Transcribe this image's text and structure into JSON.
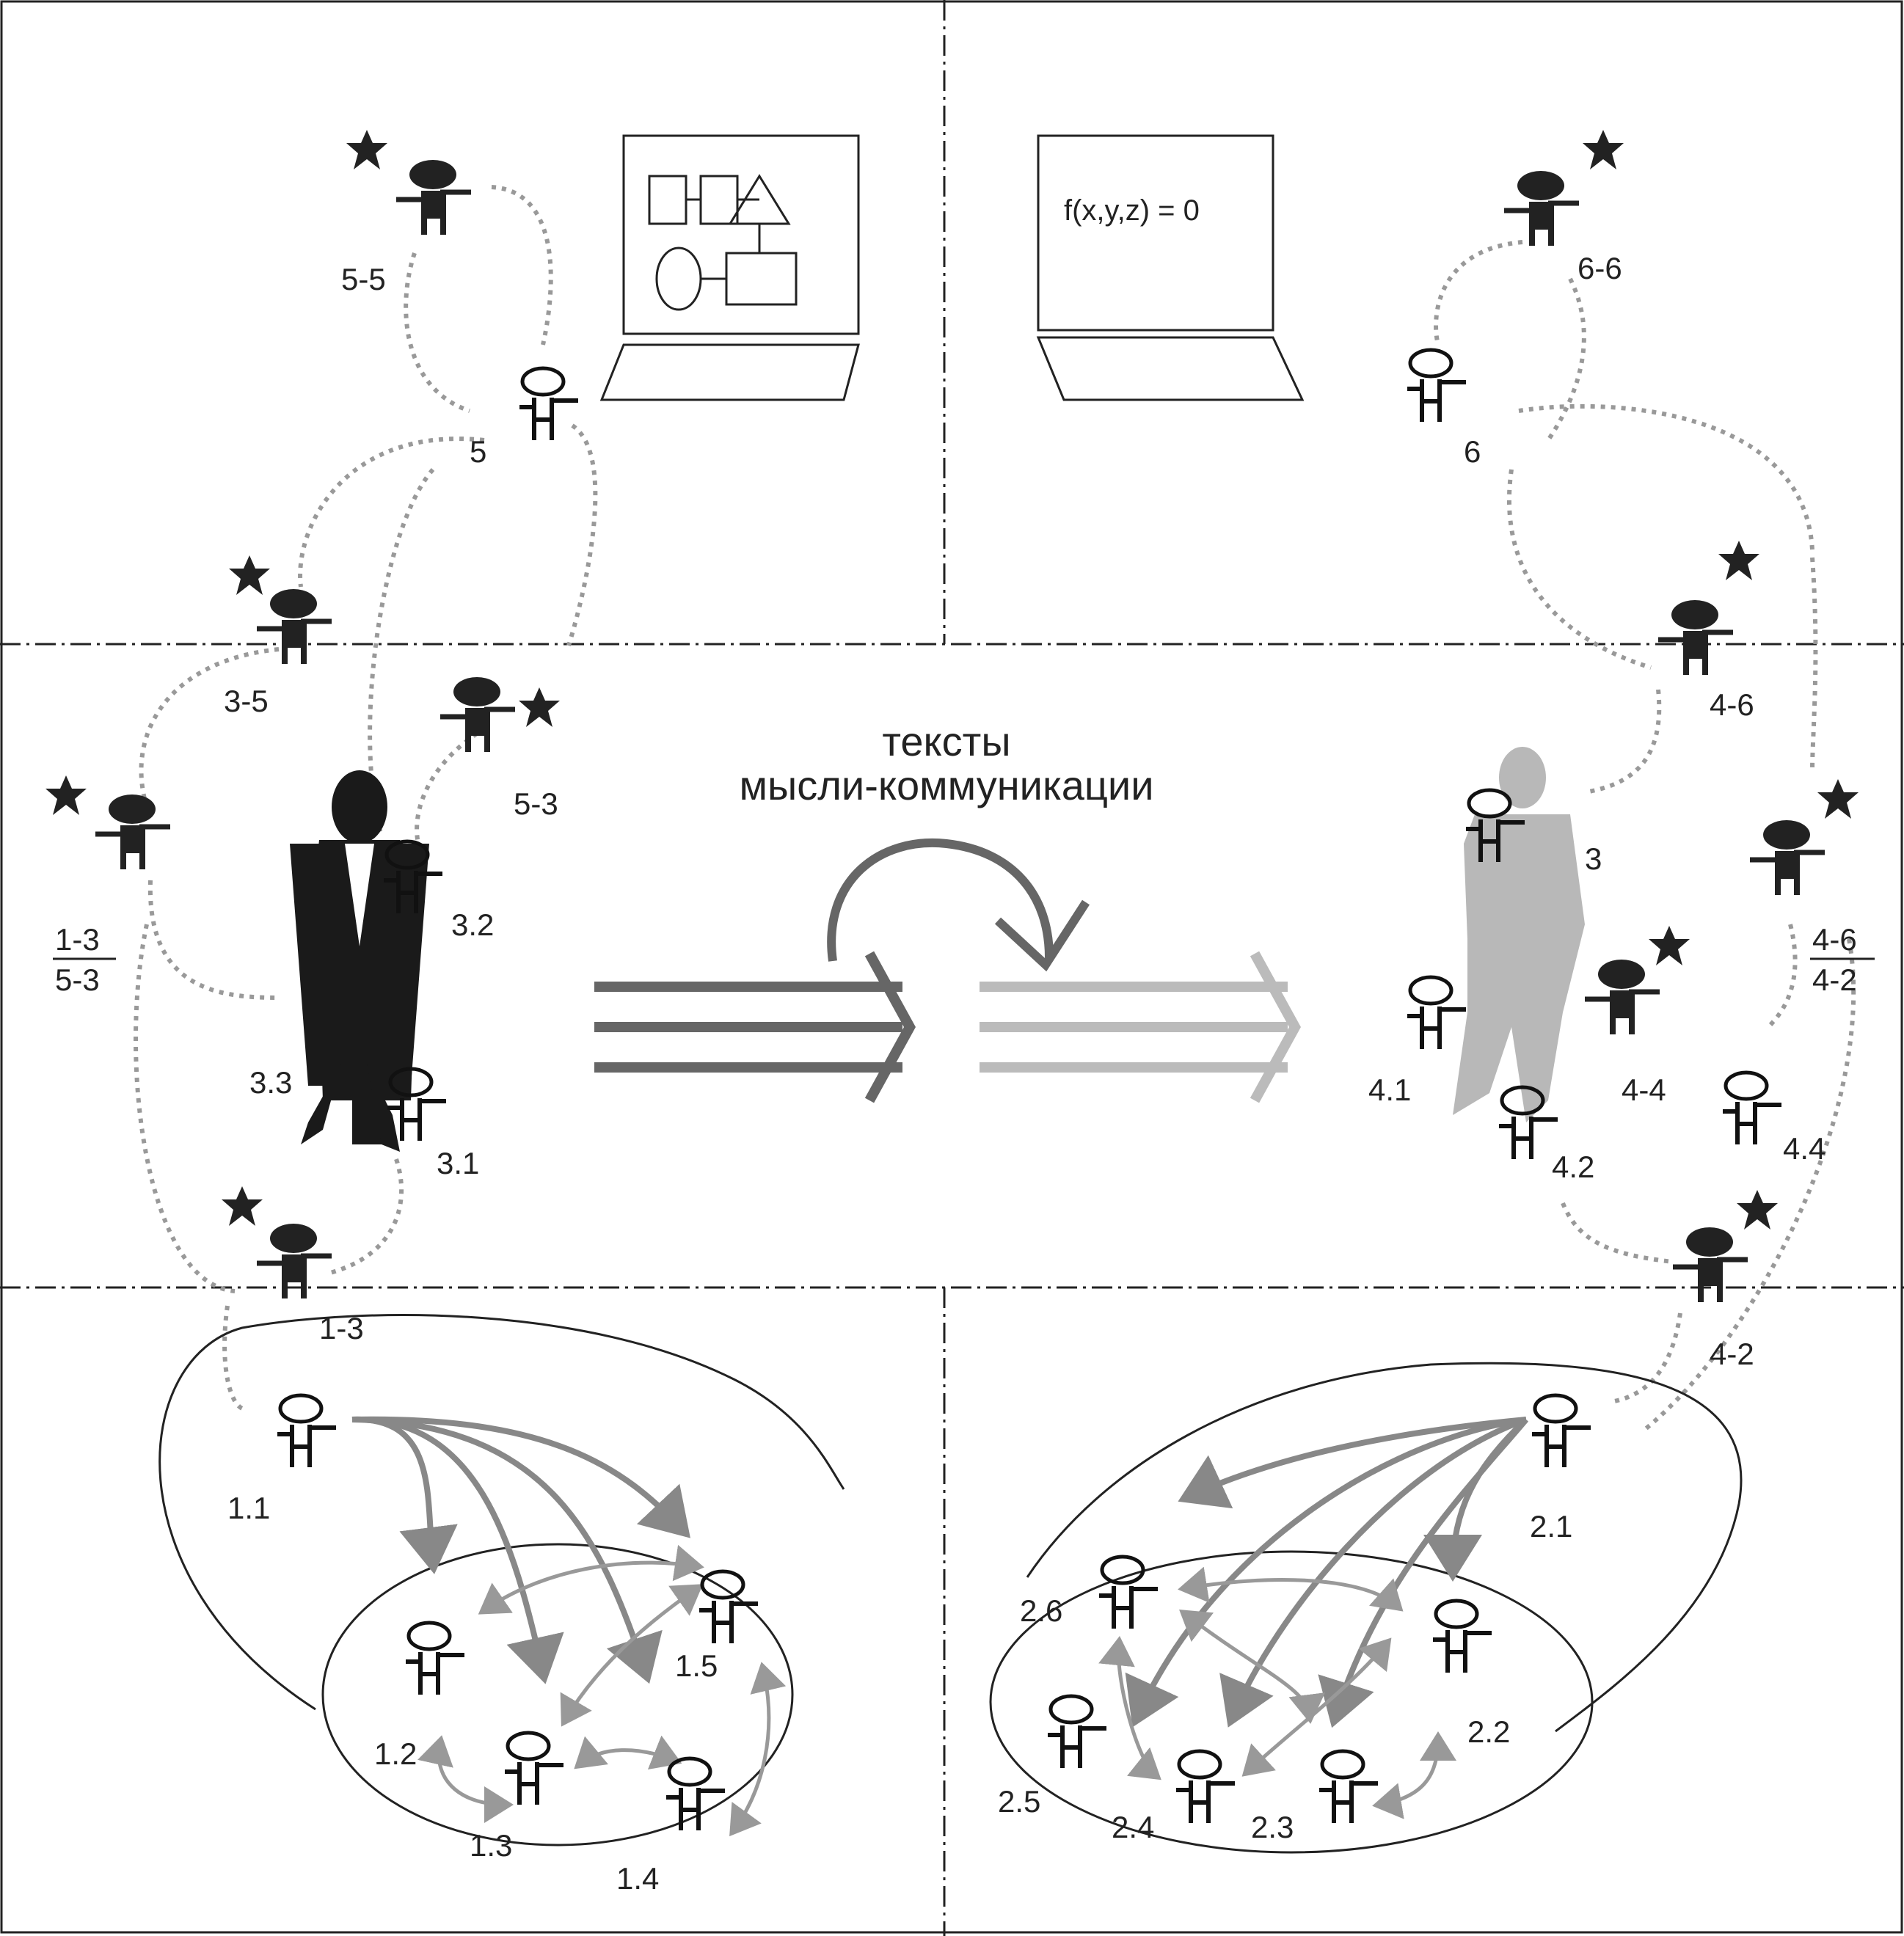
{
  "center_caption": {
    "line1": "тексты",
    "line2": "мысли-коммуникации"
  },
  "screen_formula": "f(x,y,z) = 0",
  "labels": {
    "l5_5": "5-5",
    "l5": "5",
    "l3_5": "3-5",
    "l5_3": "5-3",
    "l1_3_num": "1-3",
    "l1_3_den": "5-3",
    "l3_2": "3.2",
    "l3_3": "3.3",
    "l3_1": "3.1",
    "l1_3": "1-3",
    "l6_6": "6-6",
    "l6": "6",
    "l4_6": "4-6",
    "l3": "3",
    "l4_6_num": "4-6",
    "l4_6_den": "4-2",
    "l4_1": "4.1",
    "l4_4a": "4-4",
    "l4_2": "4.2",
    "l4_4": "4.4",
    "l4_2b": "4-2",
    "l1_1": "1.1",
    "l1_2": "1.2",
    "l1_3b": "1.3",
    "l1_4": "1.4",
    "l1_5": "1.5",
    "l2_1": "2.1",
    "l2_2": "2.2",
    "l2_3": "2.3",
    "l2_4": "2.4",
    "l2_5": "2.5",
    "l2_6": "2.6"
  },
  "colors": {
    "frame": "#222222",
    "dotted": "#999999",
    "arrow_dark": "#666666",
    "arrow_light": "#bbbbbb",
    "figure": "#222222",
    "silhouette_light": "#b8b8b8"
  },
  "icons": [
    "star-icon",
    "person-filled-icon",
    "person-outline-icon",
    "laptop-icon",
    "businessman-silhouette-icon"
  ]
}
